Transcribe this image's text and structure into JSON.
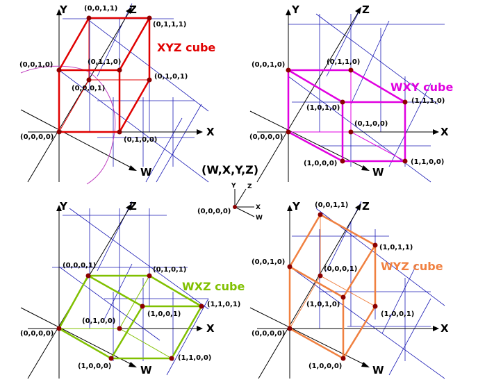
{
  "axes": {
    "x": "X",
    "y": "Y",
    "z": "Z",
    "w": "W"
  },
  "tuple_label": "(W,X,Y,Z)",
  "legend": {
    "origin": "(0,0,0,0)",
    "y": "Y",
    "z": "Z",
    "x": "X",
    "w": "W"
  },
  "colors": {
    "grid": "#1a1ab4",
    "xyz": "#e00000",
    "wxy": "#e000e0",
    "wxz": "#80c000",
    "wyz": "#f08040",
    "vertex": "#8b0000",
    "curve": "#c040c0"
  },
  "panels": [
    {
      "key": "xyz",
      "title": "XYZ cube",
      "labels": [
        "(0,0,1,1)",
        "(0,1,1,1)",
        "(0,0,1,0)",
        "(0,1,1,0)",
        "(0,0,0,1)",
        "(0,1,0,1)",
        "(0,0,0,0)",
        "(0,1,0,0)"
      ]
    },
    {
      "key": "wxy",
      "title": "WXY cube",
      "labels": [
        "(0,0,1,0)",
        "(0,1,1,0)",
        "(1,0,1,0)",
        "(1,1,1,0)",
        "(0,0,0,0)",
        "(0,1,0,0)",
        "(1,0,0,0)",
        "(1,1,0,0)"
      ]
    },
    {
      "key": "wxz",
      "title": "WXZ cube",
      "labels": [
        "(0,0,0,1)",
        "(0,1,0,1)",
        "(1,0,0,1)",
        "(1,1,0,1)",
        "(0,0,0,0)",
        "(0,1,0,0)",
        "(1,0,0,0)",
        "(1,1,0,0)"
      ]
    },
    {
      "key": "wyz",
      "title": "WYZ cube",
      "labels": [
        "(0,0,1,1)",
        "(1,0,1,1)",
        "(0,0,1,0)",
        "(0,0,0,1)",
        "(1,0,1,0)",
        "(1,0,0,1)",
        "(0,0,0,0)",
        "(1,0,0,0)"
      ]
    }
  ]
}
